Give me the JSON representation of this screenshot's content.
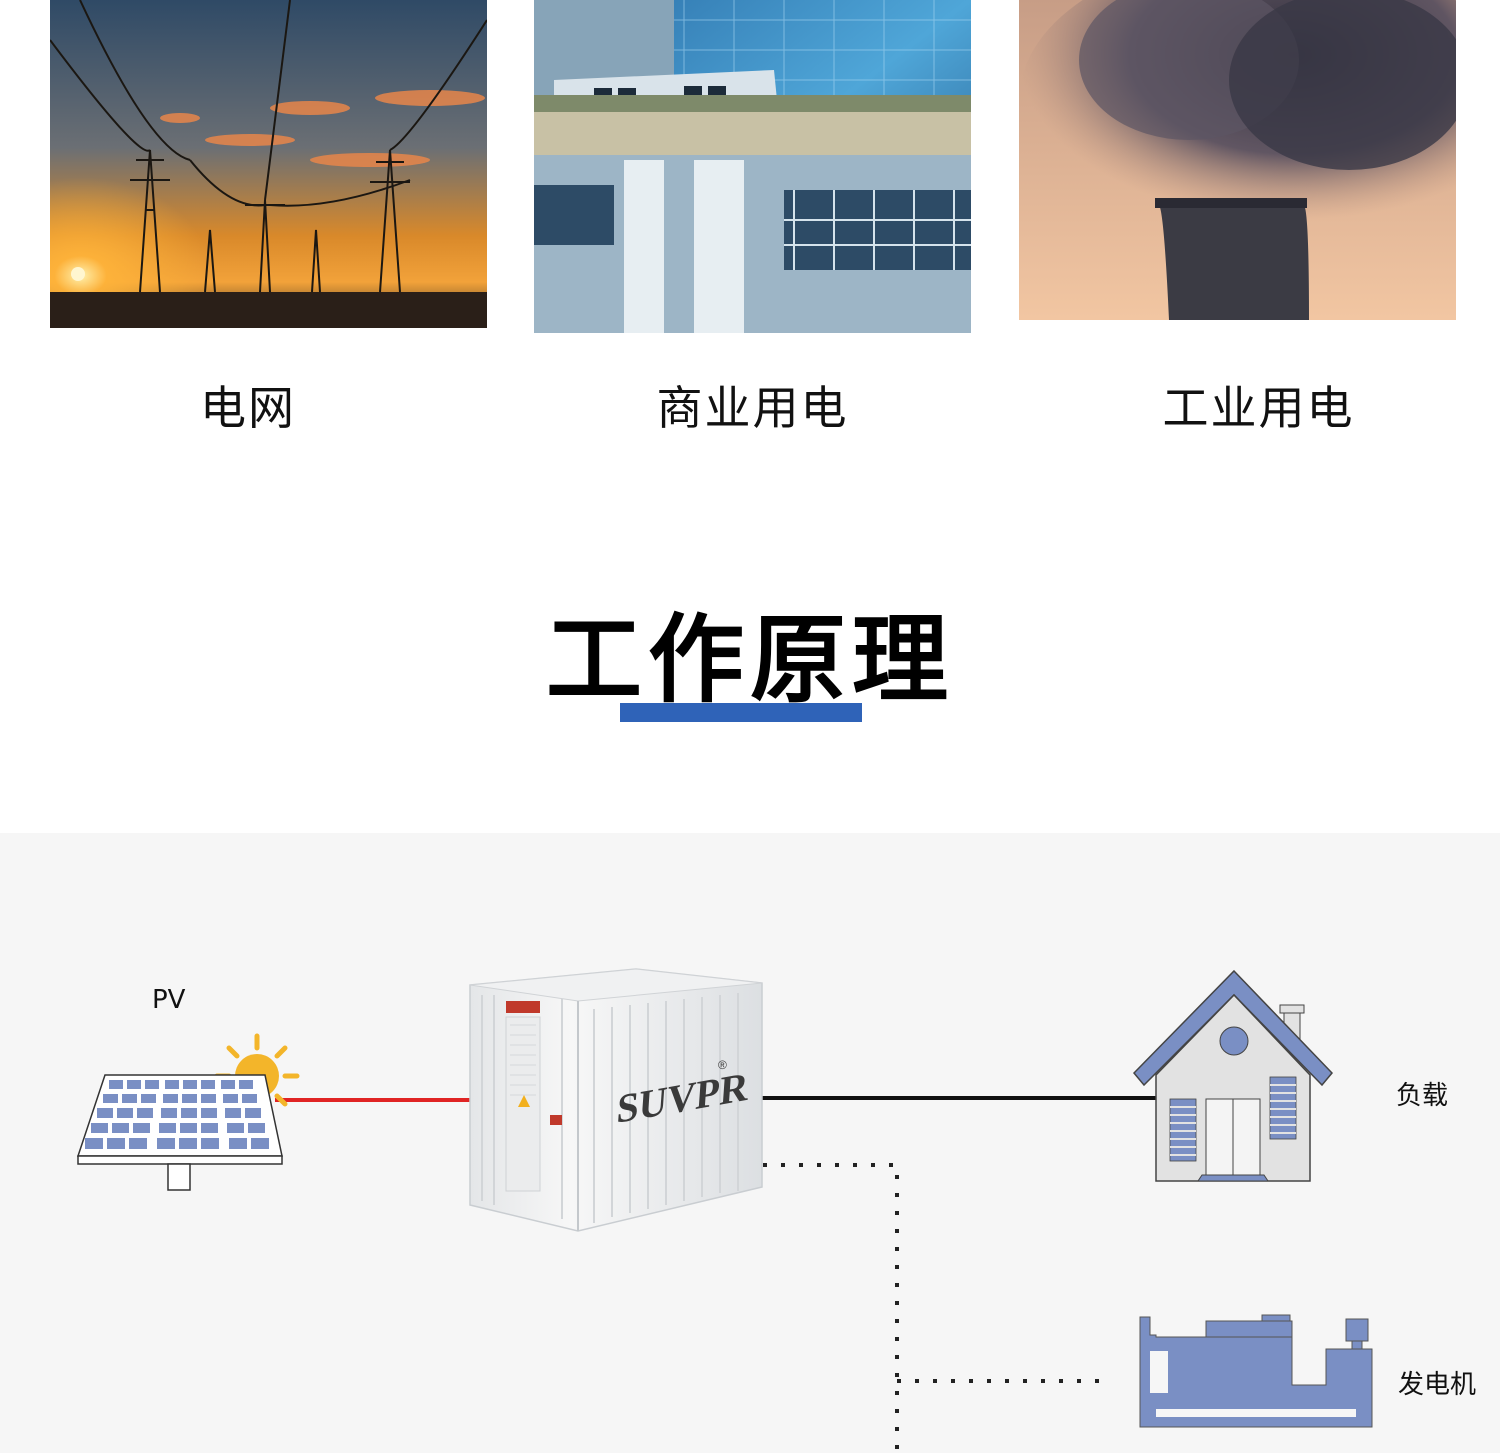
{
  "scenarios": [
    {
      "caption": "电网",
      "image": "power-grid-sunset-photo"
    },
    {
      "caption": "商业用电",
      "image": "commercial-building-train-photo"
    },
    {
      "caption": "工业用电",
      "image": "industrial-cooling-tower-photo"
    }
  ],
  "section": {
    "title": "工作原理",
    "accent_color": "#2f63b8"
  },
  "diagram": {
    "pv_label": "PV",
    "container_brand": "SUVPR",
    "container_mark": "®",
    "load_label": "负载",
    "generator_label": "发电机",
    "colors": {
      "pv_link": "#e02424",
      "load_link": "#111111",
      "generator_link": "#222222",
      "icon_fill": "#7a8fc4",
      "background": "#f6f6f6"
    }
  }
}
